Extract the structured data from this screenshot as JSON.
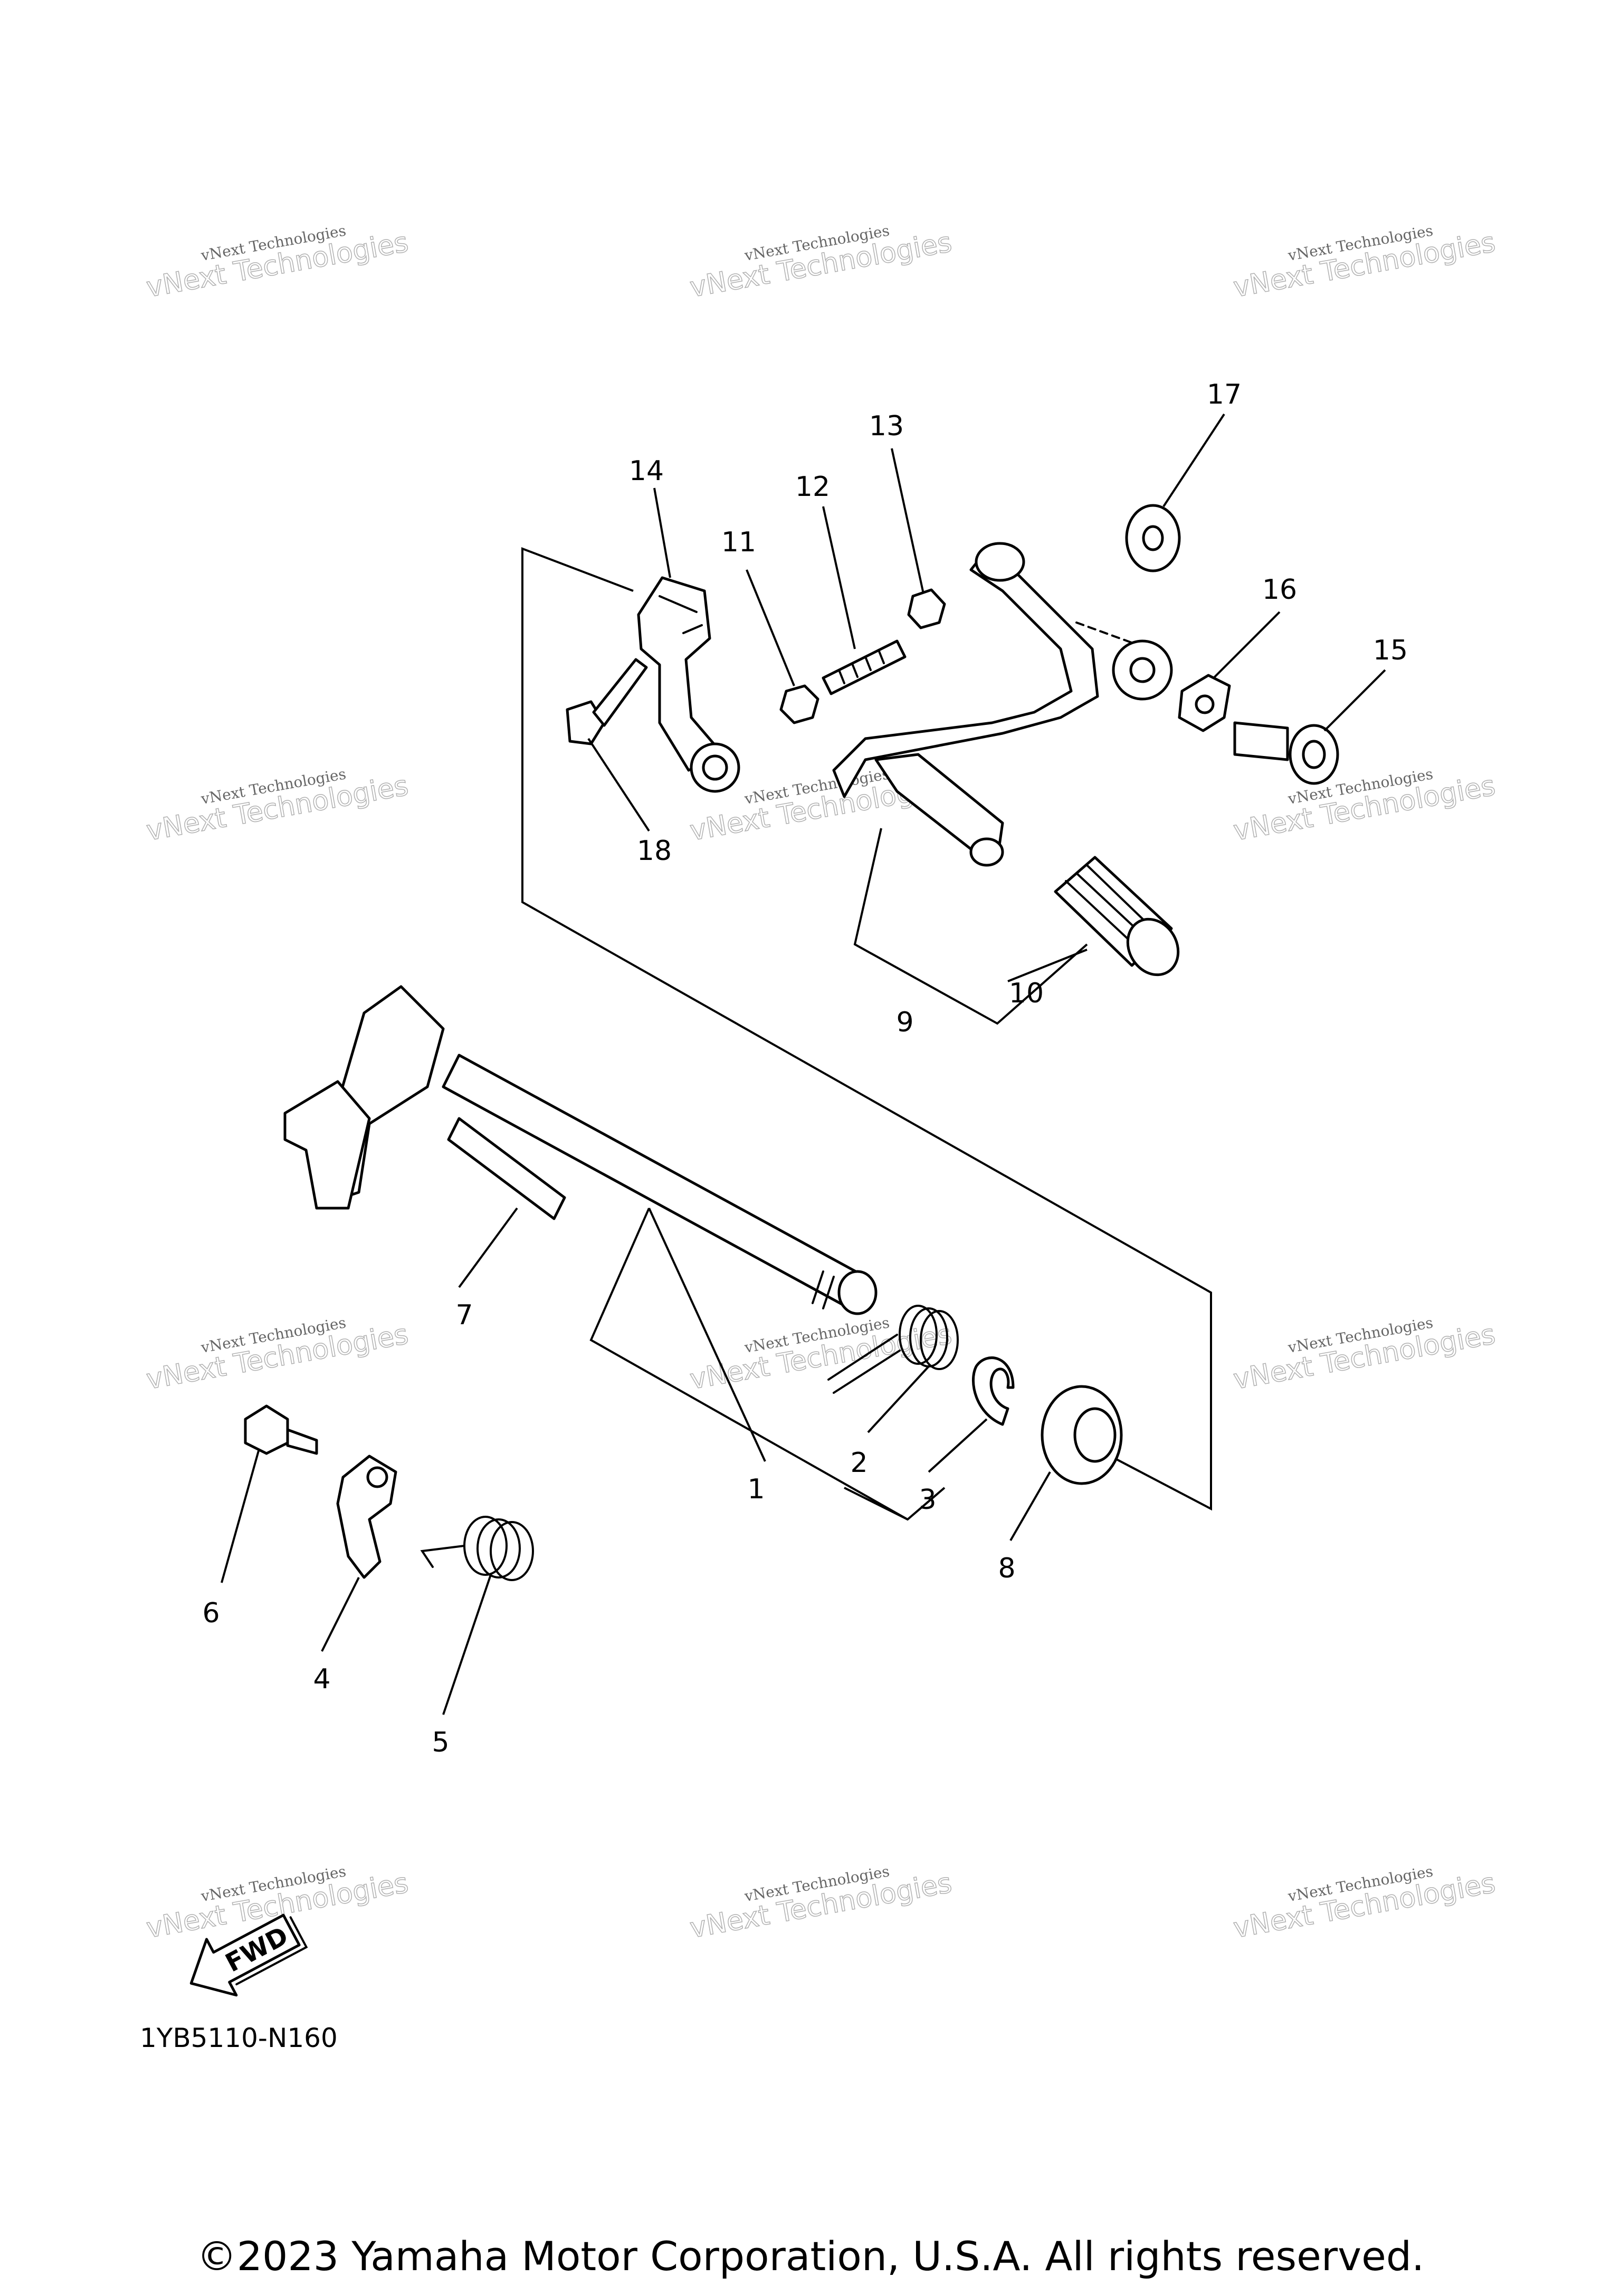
{
  "diagram": {
    "callouts": [
      "1",
      "2",
      "3",
      "4",
      "5",
      "6",
      "7",
      "8",
      "9",
      "10",
      "11",
      "12",
      "13",
      "14",
      "15",
      "16",
      "17",
      "18"
    ],
    "fwd_label": "FWD",
    "drawing_code": "1YB5110-N160",
    "watermark_line1": "vNext Technologies",
    "watermark_line2": "vNext Technologies"
  },
  "footer": {
    "copyright": "©2023 Yamaha Motor Corporation, U.S.A. All rights reserved."
  }
}
